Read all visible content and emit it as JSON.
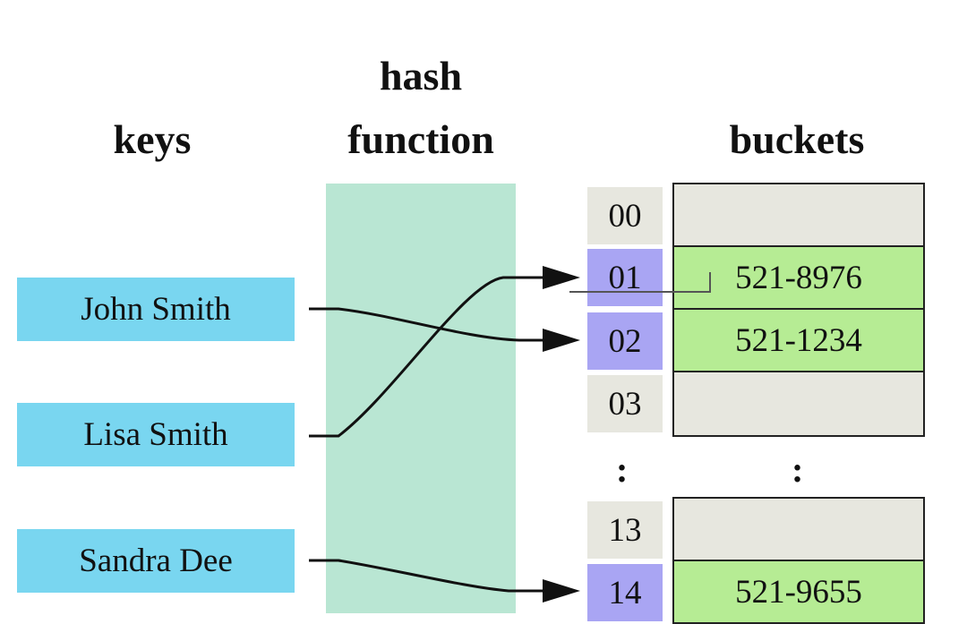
{
  "headings": {
    "keys": "keys",
    "hash_line1": "hash",
    "hash_line2": "function",
    "buckets": "buckets"
  },
  "keys": [
    "John Smith",
    "Lisa Smith",
    "Sandra Dee"
  ],
  "indices": [
    "00",
    "01",
    "02",
    "03",
    "13",
    "14"
  ],
  "bucket_values": [
    "",
    "521-8976",
    "521-1234",
    "",
    "",
    "521-9655"
  ],
  "ellipsis": {
    "index": ":",
    "bucket": ":"
  },
  "mappings": [
    {
      "key": "John Smith",
      "index": "02"
    },
    {
      "key": "Lisa Smith",
      "index": "01"
    },
    {
      "key": "Sandra Dee",
      "index": "14"
    }
  ],
  "colors": {
    "key_fill": "#79d6f0",
    "hash_band": "#b9e6d3",
    "index_default": "#e7e7df",
    "index_hit": "#a9a5f3",
    "bucket_empty": "#e7e7df",
    "bucket_filled": "#b6ec94"
  }
}
